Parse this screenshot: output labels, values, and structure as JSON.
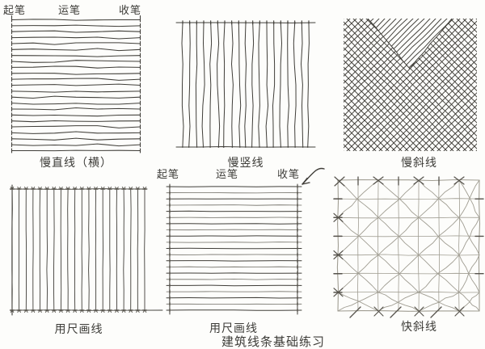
{
  "title": "建筑线条基础练习",
  "colors": {
    "ink": "#403e39",
    "pencil": "#a09d92",
    "dark_mark": "#55524b",
    "background": "#fdfdfb"
  },
  "stroke_labels": {
    "start": "起笔",
    "run": "运笔",
    "end": "收笔"
  },
  "panels": {
    "slow_horizontal": {
      "caption": "慢直线（横）",
      "type": "hand-horizontal",
      "lines": 23
    },
    "slow_vertical": {
      "caption": "慢竖线",
      "type": "hand-vertical",
      "lines": 19
    },
    "slow_diagonal": {
      "caption": "慢斜线",
      "type": "crosshatch",
      "spacing": 8
    },
    "ruler_vertical": {
      "caption": "用尺画线",
      "type": "ruler-vertical",
      "lines": 20
    },
    "ruler_horizontal": {
      "caption": "用尺画线",
      "type": "ruler-horizontal",
      "lines": 21
    },
    "fast_diagonal": {
      "caption": "快斜线",
      "type": "grid-diagonal",
      "cols": 7,
      "rows": 7
    }
  }
}
